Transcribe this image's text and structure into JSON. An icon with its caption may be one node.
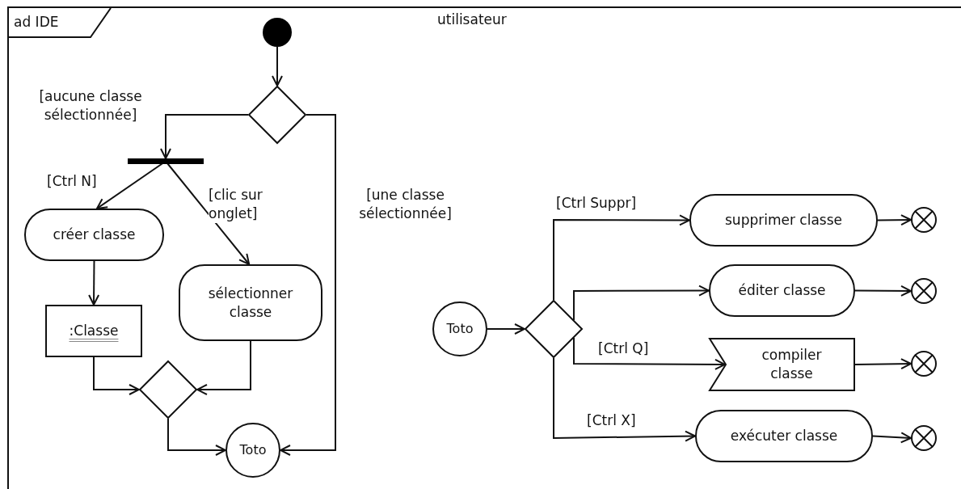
{
  "diagram": {
    "nodes": [
      {
        "text": [
          "ad IDE",
          "utilisateur"
        ]
      },
      {
        "text": [],
        "shape": "circle",
        "in": 0
      },
      {
        "text": [],
        "shape": "diamond",
        "in": 0
      },
      {
        "text": [],
        "shape": "bar",
        "in": 0
      },
      {
        "text": [
          "créer classe"
        ],
        "in": 0
      },
      {
        "text": [
          "sélectionner classe"
        ],
        "in": 0
      },
      {
        "text": [
          ":Classe"
        ],
        "in": 0
      },
      {
        "text": [],
        "shape": "diamond",
        "in": 0
      },
      {
        "text": [
          "Toto"
        ],
        "in": 0
      },
      {
        "text": [
          "Toto"
        ],
        "in": 0
      },
      {
        "text": [],
        "shape": "diamond",
        "in": 0
      },
      {
        "text": [
          "supprimer classe"
        ],
        "in": 0
      },
      {
        "text": [
          "éditer classe"
        ],
        "in": 0
      },
      {
        "text": [
          "compiler classe"
        ],
        "in": 0
      },
      {
        "text": [
          "exécuter classe"
        ],
        "in": 0
      },
      {
        "text": [],
        "shape": "circle",
        "in": 0
      },
      {
        "text": [],
        "shape": "circle",
        "in": 0
      },
      {
        "text": [],
        "shape": "circle",
        "in": 0
      },
      {
        "text": [],
        "shape": "circle",
        "in": 0
      }
    ],
    "edges": [
      {
        "from": 1,
        "to": 2,
        "arrow": "to"
      },
      {
        "from": 2,
        "to": 3,
        "arrow": "to",
        "label": "[aucune classe sélectionnée]"
      },
      {
        "from": 2,
        "to": 8,
        "arrow": "to",
        "label": "[une classe sélectionnée]"
      },
      {
        "from": 3,
        "to": 4,
        "arrow": "to",
        "label": "[Ctrl N]"
      },
      {
        "from": 3,
        "to": 5,
        "arrow": "to",
        "label": "[clic sur onglet]"
      },
      {
        "from": 4,
        "to": 6,
        "arrow": "to"
      },
      {
        "from": 6,
        "to": 7,
        "arrow": "to"
      },
      {
        "from": 5,
        "to": 7,
        "arrow": "to"
      },
      {
        "from": 7,
        "to": 8,
        "arrow": "to"
      },
      {
        "from": 9,
        "to": 10,
        "arrow": "to"
      },
      {
        "from": 10,
        "to": 11,
        "arrow": "to",
        "label": "[Ctrl Suppr]"
      },
      {
        "from": 10,
        "to": 12,
        "arrow": "to"
      },
      {
        "from": 10,
        "to": 13,
        "arrow": "to",
        "label": "[Ctrl Q]"
      },
      {
        "from": 10,
        "to": 14,
        "arrow": "to",
        "label": "[Ctrl X]"
      },
      {
        "from": 11,
        "to": 15,
        "arrow": "to"
      },
      {
        "from": 12,
        "to": 16,
        "arrow": "to"
      },
      {
        "from": 13,
        "to": 17,
        "arrow": "to"
      },
      {
        "from": 14,
        "to": 18,
        "arrow": "to"
      }
    ]
  }
}
